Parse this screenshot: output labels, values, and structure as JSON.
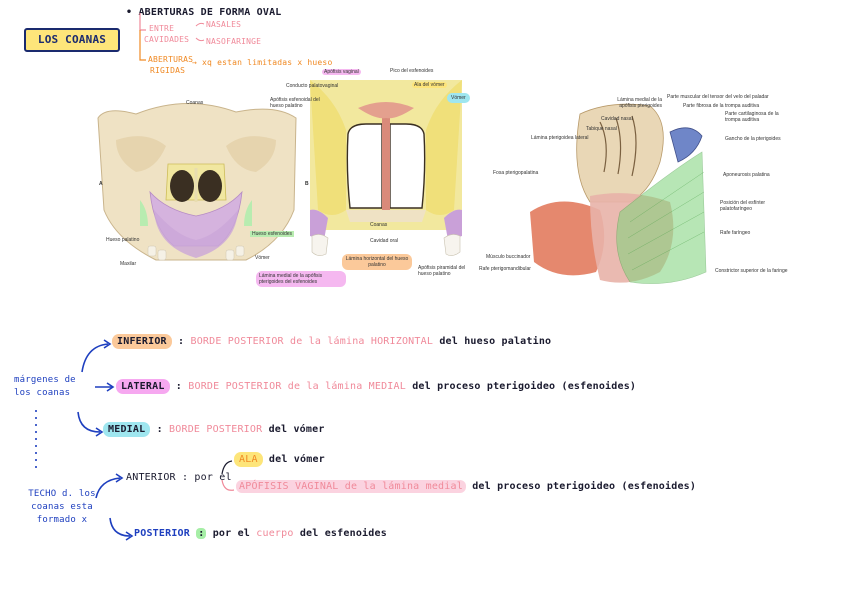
{
  "title": {
    "text": "LOS COANAS",
    "bg": "#fde57a",
    "border": "#1a2a6e"
  },
  "def": {
    "line1": "• ABERTURAS DE FORMA OVAL",
    "entre": "ENTRE",
    "cavidades": "CAVIDADES",
    "nasales": "NASALES",
    "nasofaringe": "NASOFARINGE",
    "aberturas": "ABERTURAS",
    "rigidas": "RIGIDAS",
    "region": "→ xq estan limitadas x hueso"
  },
  "fig_left": {
    "a": "A",
    "b": "B",
    "coanas_top": "Coanas",
    "conducto": "Conducto palatovaginal",
    "apof_vaginal": "Apófisis vaginal",
    "pico": "Pico del esfenoides",
    "ala_vomer": "Ala del vómer",
    "vomer": "Vómer",
    "apof_esfenoidal": "Apófisis esfenoidal del hueso palatino",
    "hueso_esfenoides": "Hueso esfenoides",
    "hueso_palatino": "Hueso palatino",
    "maxilar": "Maxilar",
    "vomer2": "Vómer",
    "coanas": "Coanas",
    "cavidad_oral": "Cavidad oral",
    "lamina_medial": "Lámina medial de la apófisis pterigoides del esfenoides",
    "lamina_horizontal": "Lámina horizontal del hueso palatino",
    "apof_piramidal": "Apófisis piramidal del hueso palatino"
  },
  "fig_right": {
    "lamina_medial": "Lámina medial de la apófisis pterigoides",
    "musc_tensor": "Parte muscular del tensor del velo del paladar",
    "fibrosa": "Parte fibrosa de la trompa auditiva",
    "cartilaginosa": "Parte cartilaginosa de la trompa auditiva",
    "cavidad_nasal": "Cavidad nasal",
    "tabique": "Tabique nasal",
    "lamina_lateral": "Lámina pterigoidea lateral",
    "gancho": "Gancho de la pterigoides",
    "fosa": "Fosa pterigopalatina",
    "aponeurosis": "Aponeurosis palatina",
    "posicion": "Posición del esfínter palatofaríngeo",
    "rafe": "Rafe faríngeo",
    "buccinador": "Músculo buccinador",
    "rafe_ptm": "Rafe pterigomandibular",
    "constrictor": "Constrictor superior de la faringe"
  },
  "margins": {
    "heading": "márgenes de los coanas",
    "inferior": {
      "tag": "INFERIOR",
      "colon": ":",
      "pink": "BORDE POSTERIOR de la lámina HORIZONTAL",
      "dark": "del hueso palatino",
      "color": "#fbc99a"
    },
    "lateral": {
      "tag": "LATERAL",
      "colon": ":",
      "pink": "BORDE POSTERIOR de la lámina MEDIAL",
      "dark": "del proceso pterigoideo (esfenoides)",
      "color": "#f6a8f0"
    },
    "medial": {
      "tag": "MEDIAL",
      "colon": ":",
      "pink": "BORDE POSTERIOR",
      "dark": "del vómer",
      "color": "#9fe6ef"
    }
  },
  "techo": {
    "heading": "TECHO d. los coanas esta formado x",
    "anterior": "ANTERIOR : por el",
    "ala": "ALA",
    "del_vomer": "del vómer",
    "apofisis": "APÓFISIS VAGINAL de la lámina medial",
    "apofisis_dark": "del proceso pterigoideo (esfenoides)",
    "posterior": "POSTERIOR",
    "posterior_colon": ":",
    "por_el": "por el",
    "cuerpo": "cuerpo",
    "esfenoides": "del esfenoides"
  },
  "colors": {
    "pen_blue": "#1e3fbf",
    "pink": "#f08a9a",
    "orange": "#f08a24",
    "dark": "#1a1a2e"
  }
}
